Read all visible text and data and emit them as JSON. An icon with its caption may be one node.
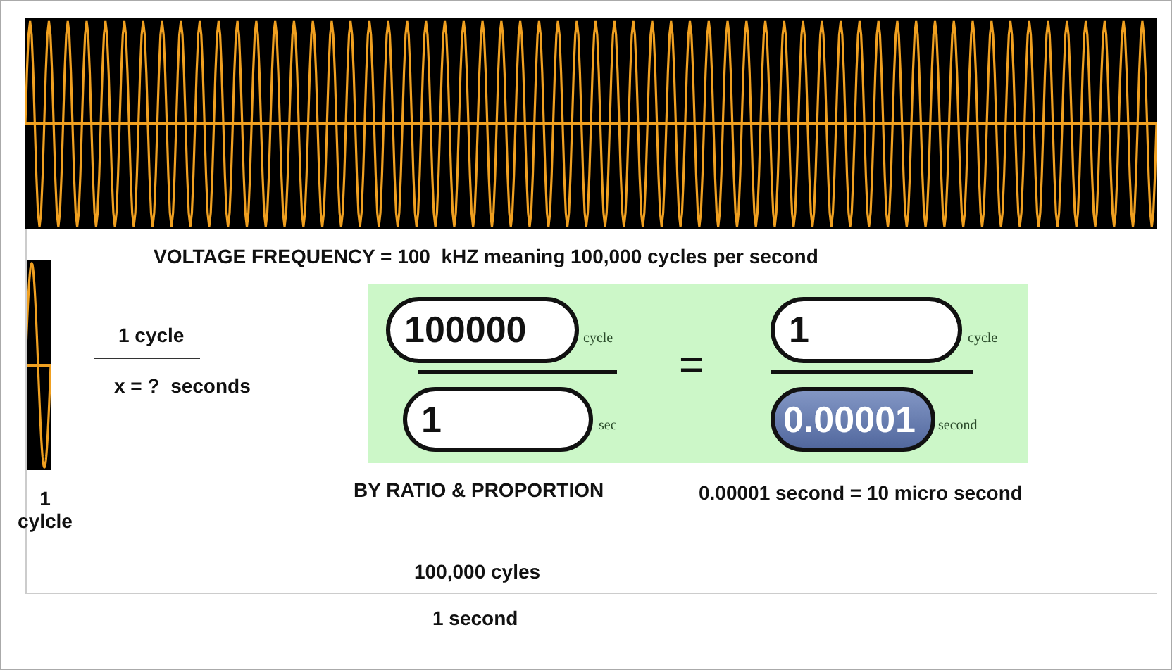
{
  "diagram": {
    "nodes": [
      {
        "text": [],
        "shape": "box"
      },
      {
        "text": [
          "100000"
        ],
        "beside": [
          "cycle"
        ],
        "in": 0
      },
      {
        "text": [
          "1"
        ],
        "beside": [
          "sec"
        ],
        "in": 0
      },
      {
        "text": [
          "1"
        ],
        "beside": [
          "cycle"
        ],
        "in": 0
      },
      {
        "text": [
          "0.00001"
        ],
        "beside": [
          "second"
        ],
        "in": 0
      }
    ],
    "labels": [
      "VOLTAGE FREQUENCY = 100  kHZ meaning 100,000 cycles per second",
      "1 cycle",
      "x = ?  seconds",
      "=",
      "BY RATIO & PROPORTION",
      "0.00001 second = 10 micro second",
      "1 cylcle",
      "100,000 cyles",
      "1 second"
    ]
  }
}
